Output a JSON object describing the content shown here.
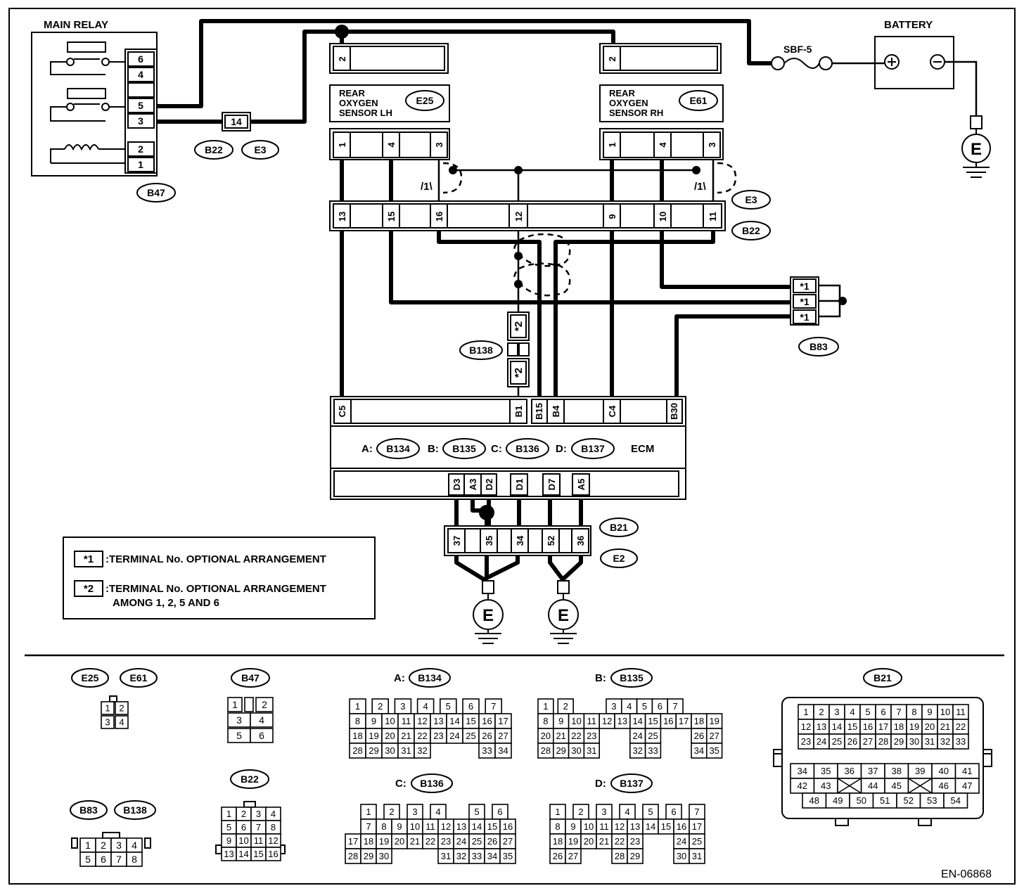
{
  "labels": {
    "main_relay": "MAIN RELAY",
    "battery": "BATTERY",
    "fuse": "SBF-5",
    "ecm": "ECM",
    "ground": "E",
    "drawing_no": "EN-06868",
    "sensor_lh": [
      "REAR",
      "OXYGEN",
      "SENSOR LH"
    ],
    "sensor_rh": [
      "REAR",
      "OXYGEN",
      "SENSOR RH"
    ],
    "ecm_prefix": [
      "A:",
      "B:",
      "C:",
      "D:"
    ]
  },
  "connectors": {
    "e25": "E25",
    "e61": "E61",
    "b47": "B47",
    "b22": "B22",
    "e3": "E3",
    "b138": "B138",
    "b83": "B83",
    "b21": "B21",
    "e2": "E2",
    "b134": "B134",
    "b135": "B135",
    "b136": "B136",
    "b137": "B137"
  },
  "terminals": {
    "relay_pins": [
      "6",
      "4",
      "",
      "5",
      "3",
      "2",
      "1"
    ],
    "junction_14": "14",
    "sensor_top_pin": "2",
    "sensor_bottom_pins": [
      "1",
      "4",
      "3"
    ],
    "b22_pins": [
      "13",
      "15",
      "16",
      "12",
      "9",
      "10",
      "11"
    ],
    "star1": "*1",
    "star2": "*2",
    "ecm_top_pins": [
      "C5",
      "B1",
      "B15",
      "B4",
      "C4",
      "B30"
    ],
    "ecm_bottom_pins": [
      "D3",
      "A3",
      "D2",
      "D1",
      "D7",
      "A5"
    ],
    "b21_pins": [
      "37",
      "35",
      "34",
      "52",
      "36"
    ],
    "shield_marks": [
      "/1\\",
      "/1\\"
    ]
  },
  "legend": {
    "mark1": "*1",
    "text1": ":TERMINAL No. OPTIONAL ARRANGEMENT",
    "mark2": "*2",
    "text2_line1": ":TERMINAL No. OPTIONAL ARRANGEMENT",
    "text2_line2": "AMONG 1, 2, 5 AND 6"
  },
  "pinouts": {
    "e25_e61": [
      "1",
      "2",
      "3",
      "4"
    ],
    "b47": [
      "1",
      "2",
      "3",
      "4",
      "5",
      "6"
    ],
    "b22": [
      "1",
      "2",
      "3",
      "4",
      "5",
      "6",
      "7",
      "8",
      "9",
      "10",
      "11",
      "12",
      "13",
      "14",
      "15",
      "16"
    ],
    "b83_b138": [
      "1",
      "2",
      "3",
      "4",
      "5",
      "6",
      "7",
      "8"
    ],
    "b134": {
      "rows": [
        [
          "1",
          "2",
          "3",
          "4",
          "5",
          "6",
          "7"
        ],
        [
          "8",
          "9",
          "10",
          "11",
          "12",
          "13",
          "14",
          "15",
          "16",
          "17"
        ],
        [
          "18",
          "19",
          "20",
          "21",
          "22",
          "23",
          "24",
          "25",
          "26",
          "27"
        ],
        [
          "28",
          "29",
          "30",
          "31",
          "32",
          "33",
          "34"
        ]
      ]
    },
    "b135": {
      "rows": [
        [
          "1",
          "2",
          "3",
          "4",
          "5",
          "6",
          "7"
        ],
        [
          "8",
          "9",
          "10",
          "11",
          "12",
          "13",
          "14",
          "15",
          "16",
          "17",
          "18",
          "19"
        ],
        [
          "20",
          "21",
          "22",
          "23",
          "24",
          "25",
          "26",
          "27"
        ],
        [
          "28",
          "29",
          "30",
          "31",
          "32",
          "33",
          "34",
          "35"
        ]
      ]
    },
    "b136": {
      "rows": [
        [
          "1",
          "2",
          "3",
          "4",
          "5",
          "6"
        ],
        [
          "7",
          "8",
          "9",
          "10",
          "11",
          "12",
          "13",
          "14",
          "15",
          "16"
        ],
        [
          "17",
          "18",
          "19",
          "20",
          "21",
          "22",
          "23",
          "24",
          "25",
          "26",
          "27"
        ],
        [
          "28",
          "29",
          "30",
          "31",
          "32",
          "33",
          "34",
          "35"
        ]
      ]
    },
    "b137": {
      "rows": [
        [
          "1",
          "2",
          "3",
          "4",
          "5",
          "6",
          "7"
        ],
        [
          "8",
          "9",
          "10",
          "11",
          "12",
          "13",
          "14",
          "15",
          "16",
          "17"
        ],
        [
          "18",
          "19",
          "20",
          "21",
          "22",
          "23",
          "24",
          "25"
        ],
        [
          "26",
          "27",
          "28",
          "29",
          "30",
          "31"
        ]
      ]
    },
    "b21": {
      "rows": [
        [
          "1",
          "2",
          "3",
          "4",
          "5",
          "6",
          "7",
          "8",
          "9",
          "10",
          "11"
        ],
        [
          "12",
          "13",
          "14",
          "15",
          "16",
          "17",
          "18",
          "19",
          "20",
          "21",
          "22"
        ],
        [
          "23",
          "24",
          "25",
          "26",
          "27",
          "28",
          "29",
          "30",
          "31",
          "32",
          "33"
        ],
        [
          "34",
          "35",
          "36",
          "37",
          "38",
          "39",
          "40",
          "41"
        ],
        [
          "42",
          "43",
          "44",
          "45",
          "46",
          "47"
        ],
        [
          "48",
          "49",
          "50",
          "51",
          "52",
          "53",
          "54"
        ]
      ]
    }
  }
}
